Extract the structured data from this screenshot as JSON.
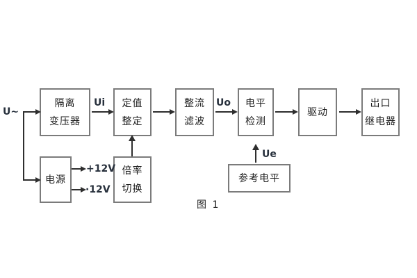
{
  "figure": {
    "caption": "图 1",
    "input_label": "U~",
    "signal_labels": {
      "ui": "Ui",
      "uo": "Uo",
      "ue": "Ue"
    },
    "power_outputs": {
      "plus": "+12V",
      "minus": "·12V"
    },
    "colors": {
      "background": "#ffffff",
      "box_border": "#7b7b7b",
      "line": "#2e2e2e",
      "text": "#1d1d1d"
    },
    "blocks": [
      {
        "id": "isolation-transformer",
        "lines": [
          "隔离",
          "变压器"
        ]
      },
      {
        "id": "setting-adjust",
        "lines": [
          "定值",
          "整定"
        ]
      },
      {
        "id": "rectifier-filter",
        "lines": [
          "整流",
          "滤波"
        ]
      },
      {
        "id": "level-detection",
        "lines": [
          "电平",
          "检测"
        ]
      },
      {
        "id": "driver",
        "lines": [
          "驱动"
        ]
      },
      {
        "id": "output-relay",
        "lines": [
          "出口",
          "继电器"
        ]
      },
      {
        "id": "power-supply",
        "lines": [
          "电源"
        ]
      },
      {
        "id": "ratio-switch",
        "lines": [
          "倍率",
          "切换"
        ]
      },
      {
        "id": "reference-level",
        "lines": [
          "参考电平"
        ]
      }
    ]
  }
}
